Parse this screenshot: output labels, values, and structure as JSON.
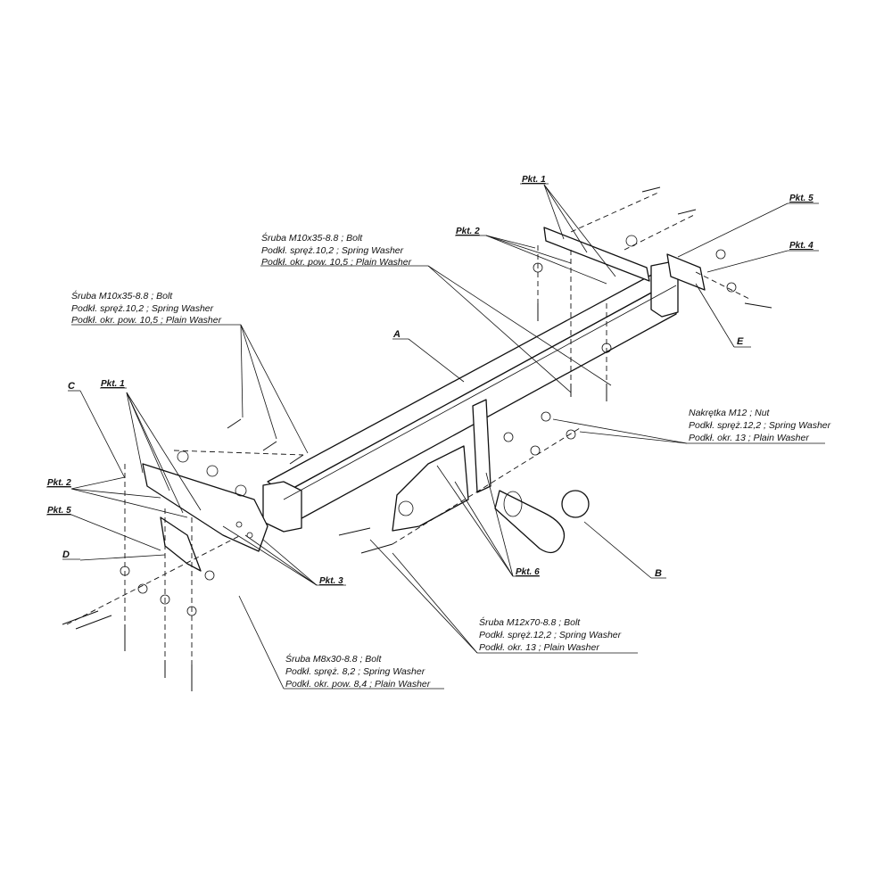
{
  "labels": {
    "bolt_m10_right": [
      "Śruba M10x35-8.8 ;  Bolt",
      "Podkł. spręż.10,2 ; Spring Washer",
      "Podkł. okr. pow. 10,5 ; Plain Washer"
    ],
    "bolt_m10_left": [
      "Śruba M10x35-8.8 ;  Bolt",
      "Podkł. spręż.10,2 ; Spring Washer",
      "Podkł. okr. pow. 10,5 ; Plain Washer"
    ],
    "nut_m12": [
      "Nakrętka  M12 ; Nut",
      "Podkł. spręż.12,2 ; Spring Washer",
      "Podkł. okr. 13 ; Plain Washer"
    ],
    "bolt_m12": [
      "Śruba M12x70-8.8 ;  Bolt",
      "Podkł. spręż.12,2 ; Spring Washer",
      "Podkł. okr. 13 ; Plain Washer"
    ],
    "bolt_m8": [
      "Śruba M8x30-8.8 ;  Bolt",
      "Podkł. spręż. 8,2 ; Spring Washer",
      "Podkł. okr. pow. 8,4 ; Plain Washer"
    ]
  },
  "points": {
    "pkt1": "Pkt. 1",
    "pkt2": "Pkt. 2",
    "pkt3": "Pkt. 3",
    "pkt4": "Pkt. 4",
    "pkt5": "Pkt. 5",
    "pkt6": "Pkt. 6"
  },
  "refs": {
    "a": "A",
    "b": "B",
    "c": "C",
    "d": "D",
    "e": "E"
  }
}
